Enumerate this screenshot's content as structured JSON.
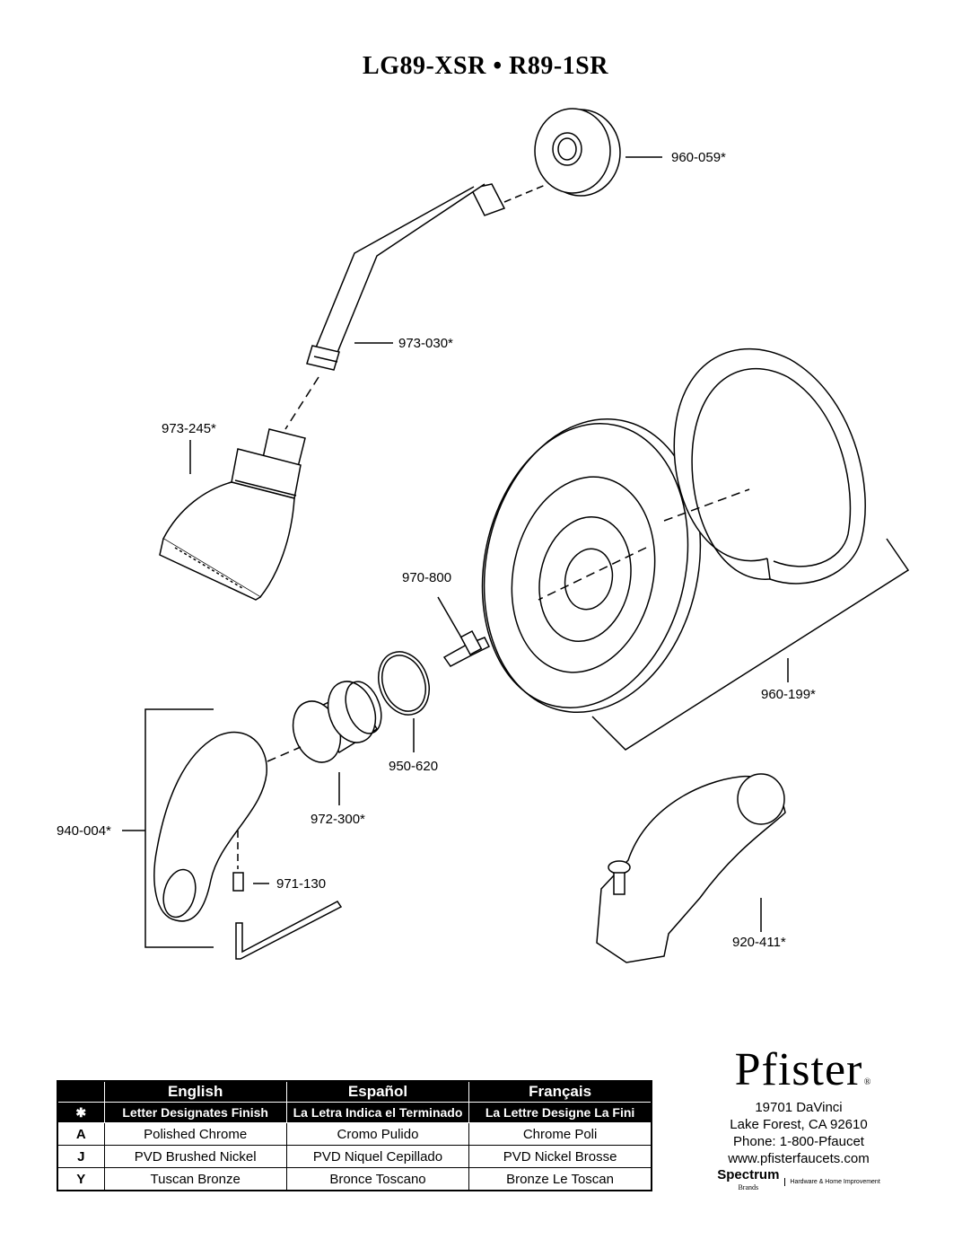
{
  "title": "LG89-XSR • R89-1SR",
  "parts": {
    "p960_059": "960-059*",
    "p973_030": "973-030*",
    "p973_245": "973-245*",
    "p970_800": "970-800",
    "p960_199": "960-199*",
    "p950_620": "950-620",
    "p972_300": "972-300*",
    "p940_004": "940-004*",
    "p971_130": "971-130",
    "p920_411": "920-411*"
  },
  "finish_table": {
    "header_symbol": "✱",
    "languages": [
      "English",
      "Español",
      "Français"
    ],
    "subheaders": [
      "Letter Designates Finish",
      "La Letra Indica el Terminado",
      "La Lettre Designe La Fini"
    ],
    "rows": [
      {
        "code": "A",
        "en": "Polished Chrome",
        "es": "Cromo Pulido",
        "fr": "Chrome Poli"
      },
      {
        "code": "J",
        "en": "PVD Brushed Nickel",
        "es": "PVD Niquel Cepillado",
        "fr": "PVD Nickel Brosse"
      },
      {
        "code": "Y",
        "en": "Tuscan Bronze",
        "es": "Bronce Toscano",
        "fr": "Bronze Le Toscan"
      }
    ]
  },
  "brand": {
    "logo": "Pfister",
    "registered": "®",
    "address_line1": "19701 DaVinci",
    "address_line2": "Lake Forest, CA 92610",
    "phone": "Phone: 1-800-Pfaucet",
    "website": "www.pfisterfaucets.com",
    "parent": "Spectrum",
    "parent_sub": "Brands",
    "parent_tag": "Hardware & Home Improvement"
  }
}
